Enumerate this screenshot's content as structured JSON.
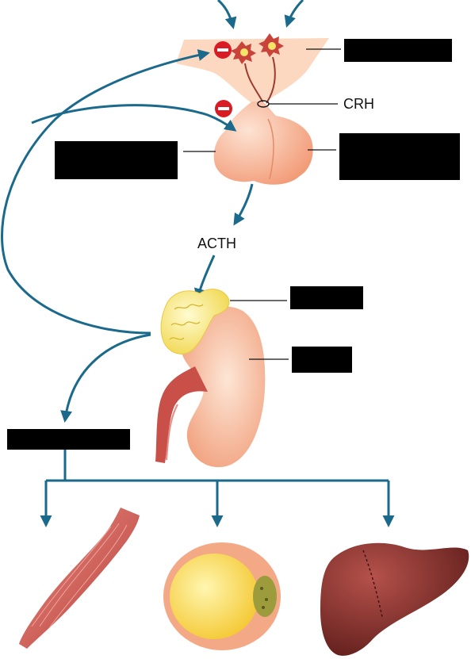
{
  "labels": {
    "crh": "CRH",
    "acth": "ACTH"
  },
  "colors": {
    "arrow": "#1b6a8c",
    "redaction": "#000000",
    "gland": "#f4a07e",
    "adrenal": "#f3d956",
    "muscle": "#c8524c",
    "liver": "#7d2c28",
    "fat_cell": "#f6c934",
    "inhibit_sign": "#d91c24"
  },
  "icons": [
    "inhibition-sign",
    "neuron-icon",
    "pituitary-gland",
    "adrenal-gland",
    "kidney",
    "muscle",
    "fat-cell",
    "liver"
  ]
}
